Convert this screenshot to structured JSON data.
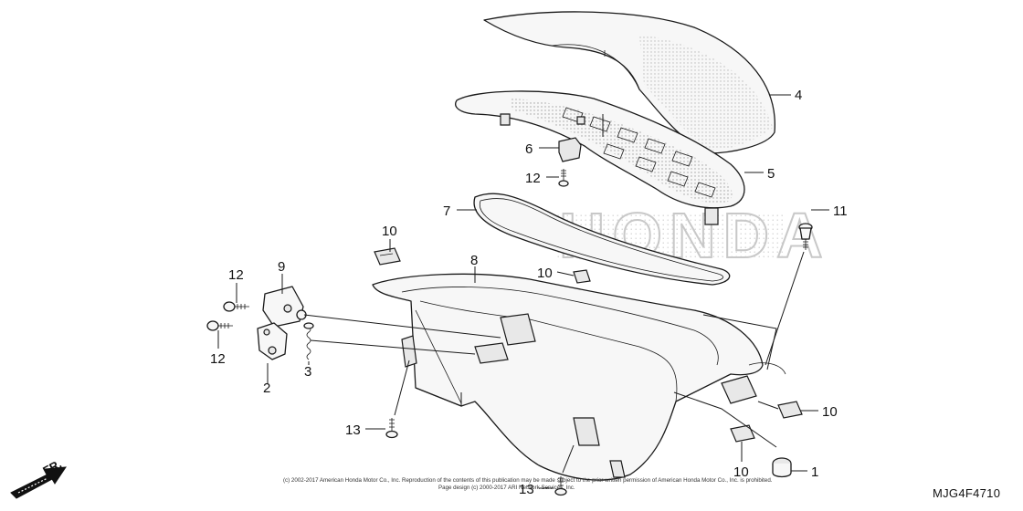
{
  "diagram": {
    "drawing_code": "MJG4F4710",
    "direction_label": "FR.",
    "copyright_line1": "(c) 2002-2017 American Honda Motor Co., Inc. Reproduction of the contents of this publication may be made subject to the prior written permission of American Honda Motor Co., Inc. is prohibited.",
    "copyright_line2": "Page design (c) 2000-2017 ARI Network Services, Inc.",
    "callouts": {
      "c1": "1",
      "c2": "2",
      "c3": "3",
      "c4": "4",
      "c5": "5",
      "c6": "6",
      "c7": "7",
      "c8": "8",
      "c9": "9",
      "c10a": "10",
      "c10b": "10",
      "c10c": "10",
      "c10d": "10",
      "c11": "11",
      "c12a": "12",
      "c12b": "12",
      "c12c": "12",
      "c13a": "13",
      "c13b": "13"
    },
    "colors": {
      "line": "#1a1a1a",
      "watermark": "#c8c8c8",
      "stipple": "#9a9a9a"
    }
  }
}
